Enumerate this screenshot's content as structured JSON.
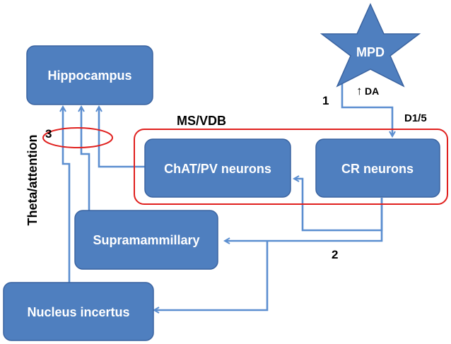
{
  "nodes": {
    "hippocampus": "Hippocampus",
    "mpd": "MPD",
    "chat_pv": "ChAT/PV neurons",
    "cr": "CR neurons",
    "supramammillary": "Supramammillary",
    "nucleus_incertus": "Nucleus incertus"
  },
  "labels": {
    "ms_vdb": "MS/VDB",
    "theta_attention": "Theta/attention",
    "d1_5": "D1/5",
    "da": "DA",
    "da_arrow": "↑",
    "step1": "1",
    "step2": "2",
    "step3": "3"
  },
  "colors": {
    "box_fill": "#4f7fbf",
    "box_stroke": "#3a63a0",
    "connector": "#5b8ed0",
    "highlight_outline": "#e0201e",
    "box_text": "#ffffff",
    "label_text": "#000000"
  }
}
